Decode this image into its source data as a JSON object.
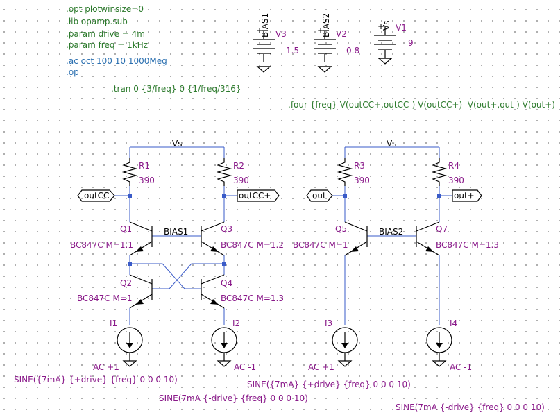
{
  "directives": {
    "opt": ".opt plotwinsize=0",
    "lib": ".lib opamp.sub",
    "param_drive": ".param drive = 4m",
    "param_freq": ".param freq = 1kHz",
    "ac": ".ac oct 100 10 1000Meg",
    "op": ".op",
    "tran": ".tran 0 {3/freq} 0 {1/freq/316}",
    "four": ".four {freq} V(outCC+,outCC-) V(outCC+)  V(out+,out-) V(out+)"
  },
  "sources": {
    "v3": {
      "name": "V3",
      "net": "BIAS1",
      "value": "1.5",
      "plus": "+"
    },
    "v2": {
      "name": "V2",
      "net": "BIAS2",
      "value": "0.8",
      "plus": "+"
    },
    "v1": {
      "name": "V1",
      "net": "Vs",
      "value": "9",
      "plus": "+"
    }
  },
  "left": {
    "vs": "Vs",
    "r1": {
      "name": "R1",
      "value": "390"
    },
    "r2": {
      "name": "R2",
      "value": "390"
    },
    "out_minus": "outCC-",
    "out_plus": "outCC+",
    "bias": "BIAS1",
    "q1": {
      "name": "Q1",
      "model": "BC847C M=1.1"
    },
    "q3": {
      "name": "Q3",
      "model": "BC847C M=1.2"
    },
    "q2": {
      "name": "Q2",
      "model": "BC847C M=1"
    },
    "q4": {
      "name": "Q4",
      "model": "BC847C M=1.3"
    },
    "i1": {
      "name": "I1",
      "ac": "AC +1",
      "sine": "SINE({7mA} {+drive} {freq} 0 0 0 10)"
    },
    "i2": {
      "name": "I2",
      "ac": "AC -1",
      "sine": "SINE(7mA {-drive} {freq} 0 0 0 10)"
    }
  },
  "right": {
    "vs": "Vs",
    "r3": {
      "name": "R3",
      "value": "390"
    },
    "r4": {
      "name": "R4",
      "value": "390"
    },
    "out_minus": "out-",
    "out_plus": "out+",
    "bias": "BIAS2",
    "q5": {
      "name": "Q5",
      "model": "BC847C M=1"
    },
    "q7": {
      "name": "Q7",
      "model": "BC847C M=1.3"
    },
    "i3": {
      "name": "I3",
      "ac": "AC +1",
      "sine": "SINE({7mA} {+drive} {freq} 0 0 0 10)"
    },
    "i4": {
      "name": "I4",
      "ac": "AC -1",
      "sine": "SINE(7mA {-drive} {freq} 0 0 0 10)"
    }
  },
  "colors": {
    "wire": "#3a5bc8",
    "component": "#000000",
    "label": "#8a1a8a",
    "directive": "#2c7a2c",
    "analysis": "#2a6fb0"
  }
}
